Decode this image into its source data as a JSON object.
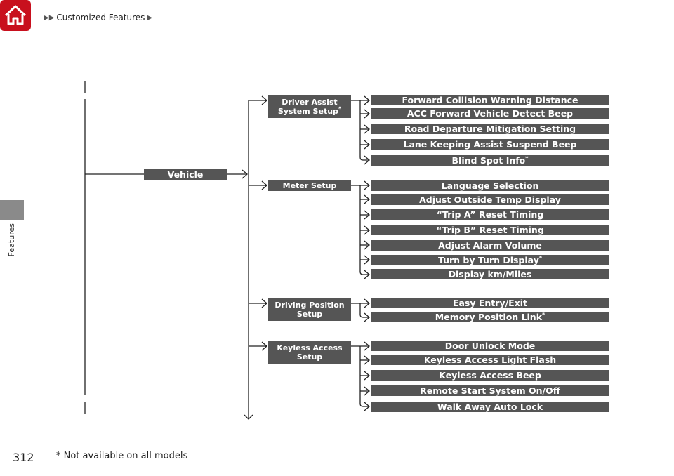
{
  "header": {
    "crumb1": "Customized Features"
  },
  "sidebar": {
    "tab_label": "Features"
  },
  "page": {
    "number": "312",
    "footnote": "* Not available on all models"
  },
  "tree": {
    "root": "Vehicle",
    "categories": [
      {
        "line1": "Driver Assist",
        "line2": "System Setup",
        "star": "*",
        "items": [
          {
            "label": "Forward Collision Warning Distance",
            "star": ""
          },
          {
            "label": "ACC Forward Vehicle Detect Beep",
            "star": ""
          },
          {
            "label": "Road Departure Mitigation Setting",
            "star": ""
          },
          {
            "label": "Lane Keeping Assist Suspend Beep",
            "star": ""
          },
          {
            "label": "Blind Spot Info",
            "star": "*"
          }
        ]
      },
      {
        "line1": "Meter Setup",
        "line2": "",
        "star": "",
        "items": [
          {
            "label": "Language Selection",
            "star": ""
          },
          {
            "label": "Adjust Outside Temp Display",
            "star": ""
          },
          {
            "label": "“Trip A” Reset Timing",
            "star": ""
          },
          {
            "label": "“Trip B” Reset Timing",
            "star": ""
          },
          {
            "label": "Adjust Alarm Volume",
            "star": ""
          },
          {
            "label": "Turn by Turn Display",
            "star": "*"
          },
          {
            "label": "Display km/Miles",
            "star": ""
          }
        ]
      },
      {
        "line1": "Driving Position",
        "line2": "Setup",
        "star": "",
        "items": [
          {
            "label": "Easy Entry/Exit",
            "star": ""
          },
          {
            "label": "Memory Position Link",
            "star": "*"
          }
        ]
      },
      {
        "line1": "Keyless Access",
        "line2": "Setup",
        "star": "",
        "items": [
          {
            "label": "Door Unlock Mode",
            "star": ""
          },
          {
            "label": "Keyless Access Light Flash",
            "star": ""
          },
          {
            "label": "Keyless Access Beep",
            "star": ""
          },
          {
            "label": "Remote Start System On/Off",
            "star": ""
          },
          {
            "label": "Walk Away Auto Lock",
            "star": ""
          }
        ]
      }
    ]
  }
}
